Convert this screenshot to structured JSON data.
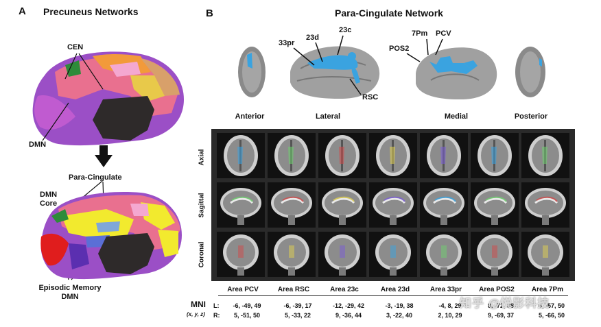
{
  "panel_a": {
    "letter": "A",
    "title": "Precuneus Networks",
    "labels": {
      "cen": "CEN",
      "dmn": "DMN",
      "para_cingulate": "Para-Cingulate",
      "dmn_core_line1": "DMN",
      "dmn_core_line2": "Core",
      "episodic_line1": "Episodic Memory",
      "episodic_line2": "DMN"
    }
  },
  "panel_b": {
    "letter": "B",
    "title": "Para-Cingulate Network",
    "region_labels": {
      "r33pr": "33pr",
      "r23d": "23d",
      "r23c": "23c",
      "rsc": "RSC",
      "r7pm": "7Pm",
      "pcv": "PCV",
      "pos2": "POS2"
    },
    "views": [
      "Anterior",
      "Lateral",
      "Medial",
      "Posterior"
    ],
    "row_labels": [
      "Axial",
      "Sagittal",
      "Coronal"
    ],
    "areas": [
      "Area PCV",
      "Area RSC",
      "Area 23c",
      "Area 23d",
      "Area 33pr",
      "Area POS2",
      "Area 7Pm"
    ],
    "mni": {
      "label": "MNI",
      "sublabel": "(x, y, z)",
      "l_prefix": "L:",
      "r_prefix": "R:",
      "left": [
        "-6, -49, 49",
        "-6, -39, 17",
        "-12, -29, 42",
        "-3, -19, 38",
        "-4, 8, 29",
        "8, -72, 38",
        "6, -57, 50"
      ],
      "right": [
        "5, -51, 50",
        "5, -33, 22",
        "9, -36, 44",
        "3, -22, 40",
        "2, 10, 29",
        "9, -69, 37",
        "5, -66, 50"
      ]
    }
  },
  "watermark": "知乎 @悦影科技",
  "colors": {
    "network_blue": "#3aa3e0",
    "brain_gray": "#9a9a9a",
    "dmn_purple": "#9b4fc6",
    "cen_green": "#2e8b3a",
    "core_yellow": "#f2ea2e",
    "episodic_red": "#e01d1d"
  }
}
